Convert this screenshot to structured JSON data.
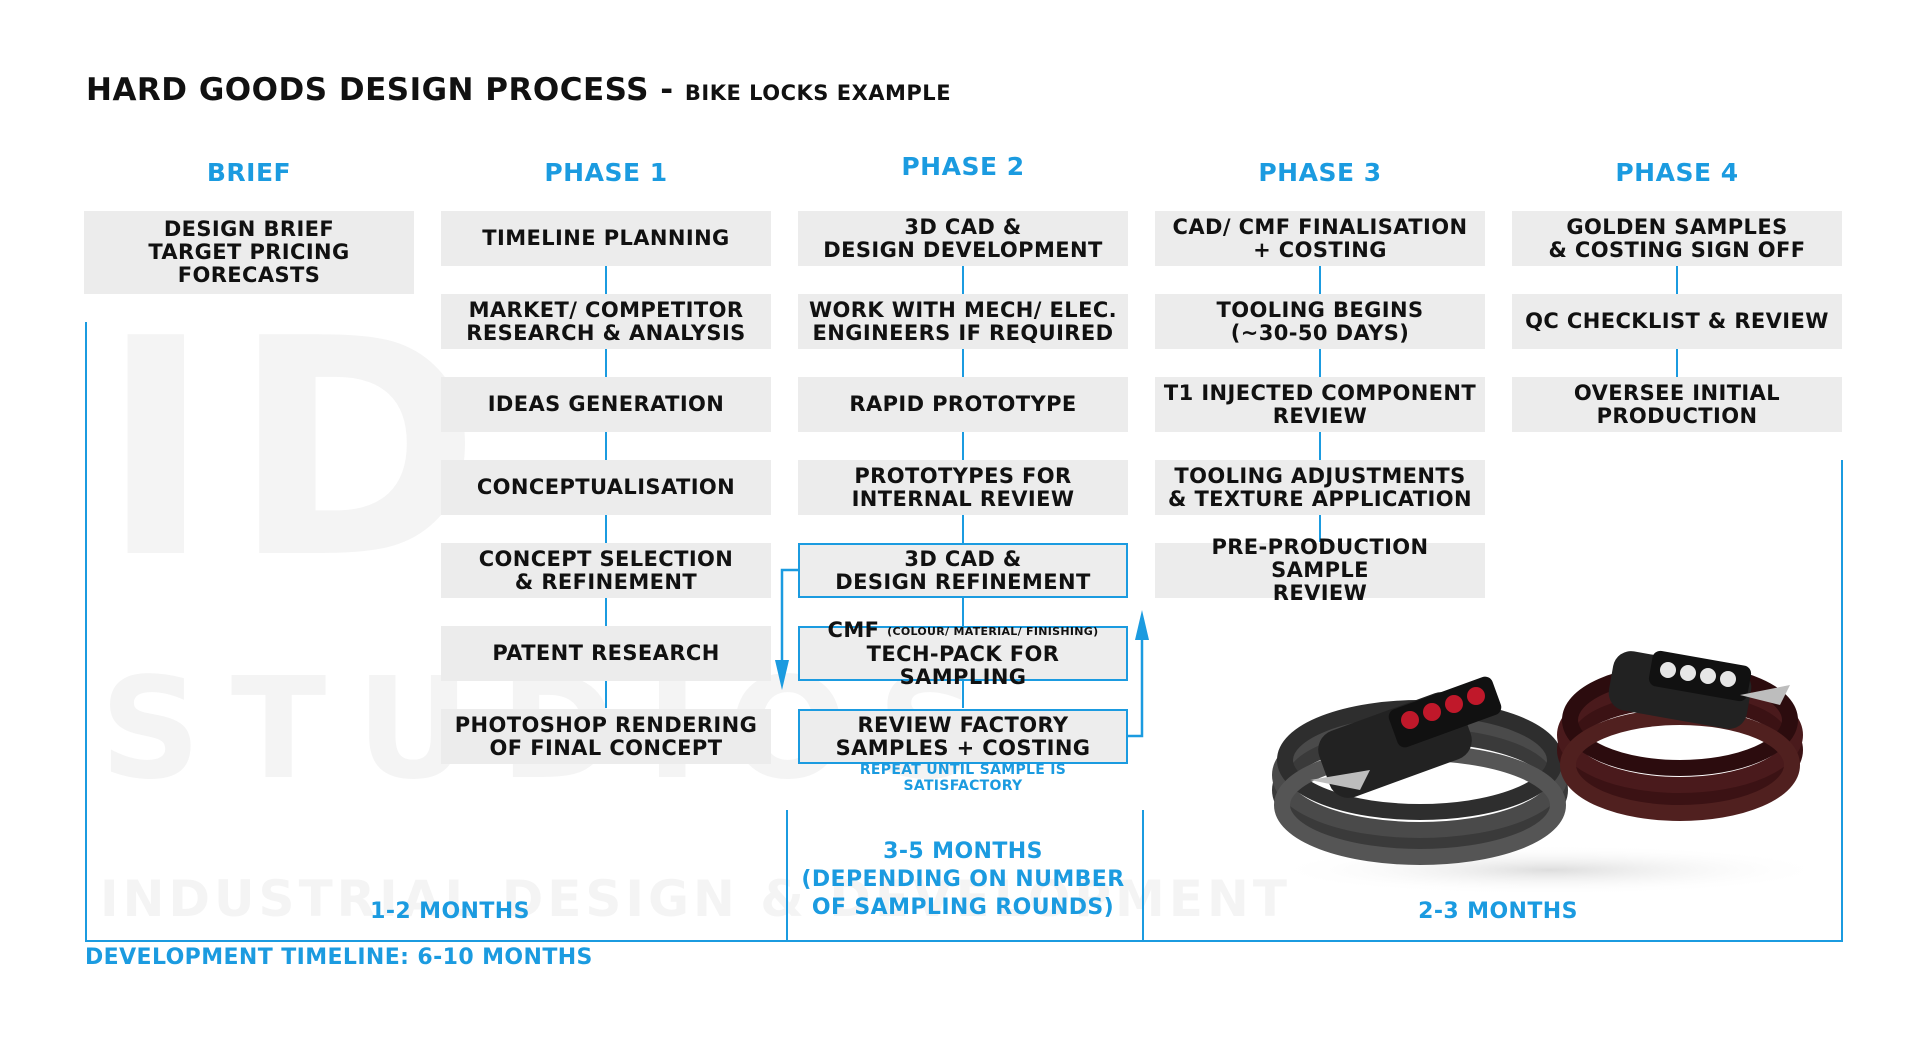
{
  "title": {
    "main": "HARD GOODS DESIGN PROCESS -",
    "sub": "BIKE LOCKS EXAMPLE"
  },
  "watermark": {
    "big": "ID",
    "mid": "STUDIOS",
    "low": "INDUSTRIAL DESIGN & DEVELOPMENT"
  },
  "colors": {
    "accent": "#1b9be0",
    "box": "#ececec"
  },
  "columns": {
    "brief": {
      "heading": "BRIEF",
      "boxes": [
        [
          "DESIGN BRIEF",
          "TARGET PRICING",
          "FORECASTS"
        ]
      ],
      "duration": "1-2 MONTHS"
    },
    "phase1": {
      "heading": "PHASE 1",
      "boxes": [
        [
          "TIMELINE PLANNING"
        ],
        [
          "MARKET/ COMPETITOR",
          "RESEARCH & ANALYSIS"
        ],
        [
          "IDEAS GENERATION"
        ],
        [
          "CONCEPTUALISATION"
        ],
        [
          "CONCEPT SELECTION",
          "& REFINEMENT"
        ],
        [
          "PATENT RESEARCH"
        ],
        [
          "PHOTOSHOP RENDERING",
          "OF FINAL CONCEPT"
        ]
      ]
    },
    "phase2": {
      "heading": "PHASE 2",
      "boxes": [
        [
          "3D CAD &",
          "DESIGN DEVELOPMENT"
        ],
        [
          "WORK WITH MECH/ ELEC.",
          "ENGINEERS IF REQUIRED"
        ],
        [
          "RAPID PROTOTYPE"
        ],
        [
          "PROTOTYPES FOR",
          "INTERNAL REVIEW"
        ],
        [
          "3D CAD &",
          "DESIGN REFINEMENT"
        ],
        [
          "CMF",
          "TECH-PACK FOR SAMPLING"
        ],
        [
          "REVIEW FACTORY",
          "SAMPLES + COSTING"
        ]
      ],
      "cmf_note": "(COLOUR/ MATERIAL/ FINISHING)",
      "repeat_note": "REPEAT UNTIL SAMPLE IS SATISFACTORY",
      "duration": [
        "3-5 MONTHS",
        "(DEPENDING ON NUMBER",
        "OF SAMPLING ROUNDS)"
      ]
    },
    "phase3": {
      "heading": "PHASE 3",
      "boxes": [
        [
          "CAD/ CMF FINALISATION",
          "+ COSTING"
        ],
        [
          "TOOLING BEGINS",
          "(~30-50 DAYS)"
        ],
        [
          "T1 INJECTED COMPONENT",
          "REVIEW"
        ],
        [
          "TOOLING ADJUSTMENTS",
          "& TEXTURE APPLICATION"
        ],
        [
          "PRE-PRODUCTION SAMPLE",
          "REVIEW"
        ]
      ]
    },
    "phase4": {
      "heading": "PHASE 4",
      "boxes": [
        [
          "GOLDEN SAMPLES",
          "& COSTING SIGN OFF"
        ],
        [
          "QC CHECKLIST & REVIEW"
        ],
        [
          "OVERSEE INITIAL",
          "PRODUCTION"
        ]
      ],
      "duration": "2-3 MONTHS"
    }
  },
  "timeline": "DEVELOPMENT TIMELINE: 6-10 MONTHS",
  "photo_label": "bike-combination-locks-photo"
}
